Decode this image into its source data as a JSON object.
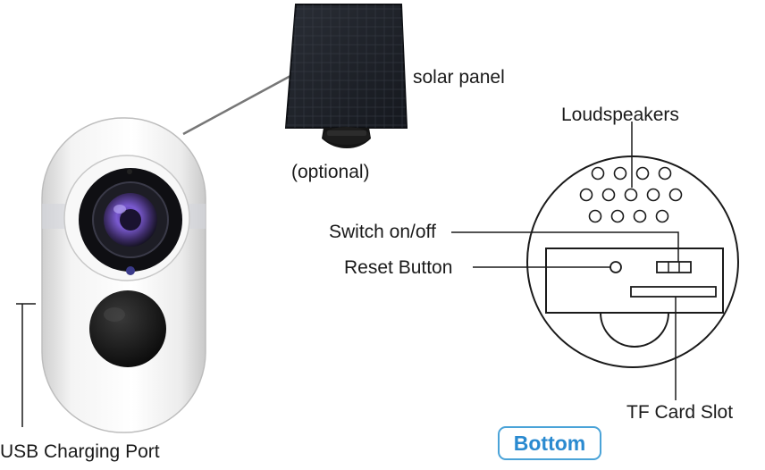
{
  "labels": {
    "solar_panel": "solar panel",
    "optional": "(optional)",
    "loudspeakers": "Loudspeakers",
    "switch": "Switch on/off",
    "reset": "Reset Button",
    "tf_card": "TF Card Slot",
    "usb": "USB Charging Port",
    "bottom": "Bottom"
  },
  "colors": {
    "badge_border": "#4aa3d8",
    "badge_text": "#2a8ad0",
    "camera_body": "#f2f2f2",
    "solar_cells": "#1f232b",
    "lens_purple": "#7a5ad0"
  }
}
